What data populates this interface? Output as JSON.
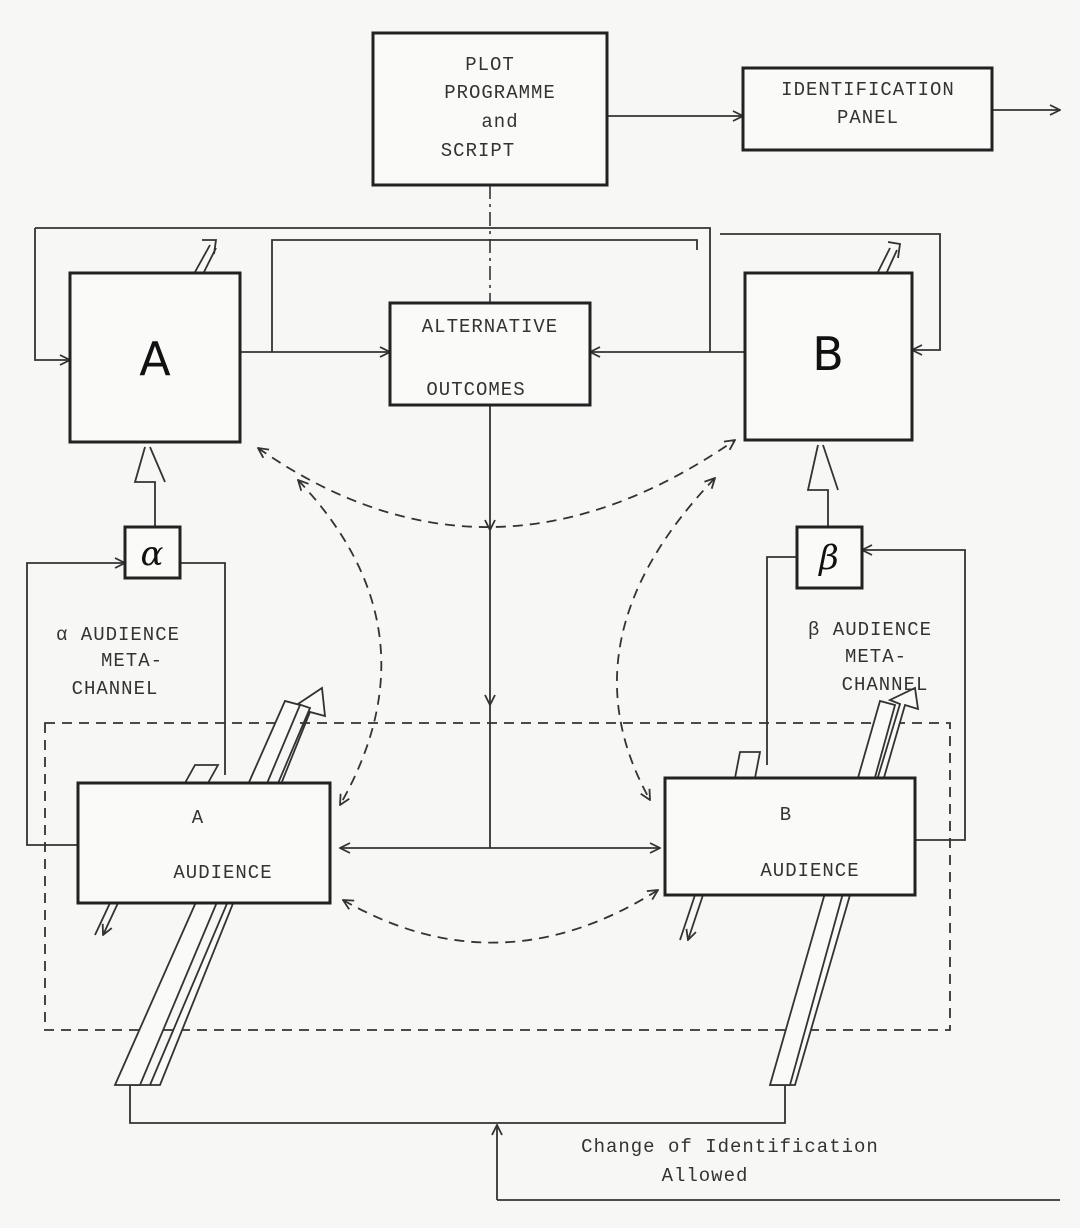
{
  "boxes": {
    "plot": [
      "PLOT",
      "PROGRAMME",
      "and",
      "SCRIPT"
    ],
    "identification": [
      "IDENTIFICATION",
      "PANEL"
    ],
    "actor_a": "A",
    "actor_b": "B",
    "outcomes": [
      "ALTERNATIVE",
      "OUTCOMES"
    ],
    "alpha": "α",
    "beta": "β",
    "audience_a": [
      "A",
      "AUDIENCE"
    ],
    "audience_b": [
      "B",
      "AUDIENCE"
    ]
  },
  "labels": {
    "alpha_channel": [
      "α AUDIENCE",
      "META-",
      "CHANNEL"
    ],
    "beta_channel": [
      "β AUDIENCE",
      "META-",
      "CHANNEL"
    ],
    "change": [
      "Change of Identification",
      "Allowed"
    ]
  }
}
